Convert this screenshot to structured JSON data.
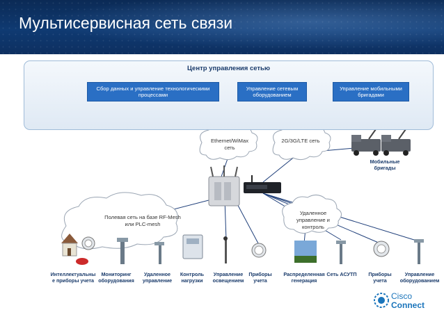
{
  "title": "Мультисервисная сеть связи",
  "ncc": {
    "title": "Центр управления сетью",
    "boxes": [
      "Сбор данных и управление технологическими процессами",
      "Управление сетевым оборудованием",
      "Управление мобильными бригадами"
    ]
  },
  "clouds": {
    "ethernet": "Ethernet/WiMax сеть",
    "cellular": "2G/3G/LTE сеть",
    "mesh": "Полевая сеть на базе RF-Mesh или PLC-mesh",
    "remote": "Удаленное управление и контроль"
  },
  "mobile_teams": "Мобильные бригады",
  "endpoints": [
    "Интеллектуальны е приборы учета",
    "Мониторинг оборудования",
    "Удаленное управление",
    "Контроль нагрузки",
    "Управление освещением",
    "Приборы учета",
    "Распределенная генерация",
    "Сеть АСУТП",
    "Приборы учета",
    "Управление оборудованием"
  ],
  "logo": {
    "line1": "Cisco",
    "line2": "Connect"
  },
  "colors": {
    "header": "#0f3a72",
    "box": "#2a6fc4",
    "line": "#1f3f7a",
    "text": "#1a3b6b"
  }
}
